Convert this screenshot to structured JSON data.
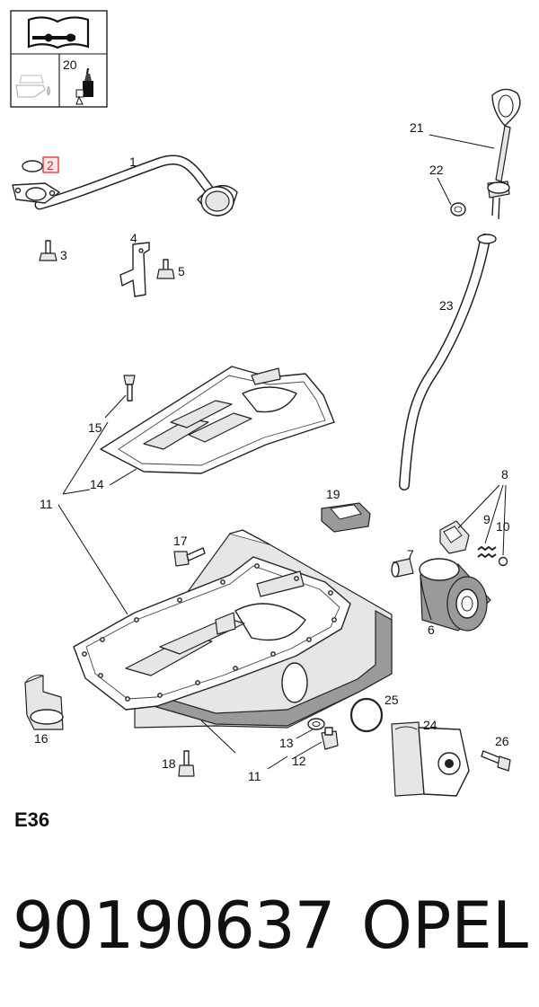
{
  "legend": {
    "tool_label": "20"
  },
  "callouts": [
    "1",
    "2",
    "3",
    "4",
    "5",
    "6",
    "7",
    "8",
    "9",
    "10",
    "11",
    "11",
    "11",
    "12",
    "13",
    "14",
    "15",
    "16",
    "17",
    "18",
    "19",
    "21",
    "22",
    "23",
    "24",
    "25",
    "26"
  ],
  "section_code": "E36",
  "part_number": "90190637",
  "brand": "OPEL",
  "colors": {
    "highlight": "#e03030",
    "line": "#111111"
  }
}
